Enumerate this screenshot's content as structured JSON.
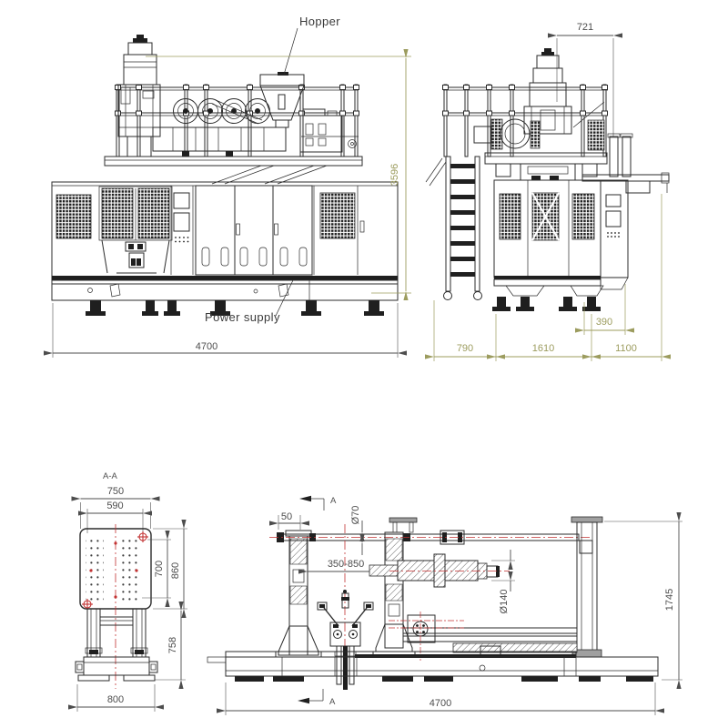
{
  "front_view": {
    "hopper_label": "Hopper",
    "power_supply_label": "Power supply",
    "dim_overall_height": "3596",
    "dim_overall_width": "4700"
  },
  "side_view": {
    "dim_head_width": "721",
    "dim_offset": "390",
    "dim_ladder": "790",
    "dim_body": "1610",
    "dim_arm": "1100"
  },
  "section_aa": {
    "label": "A-A",
    "dim_plate_width": "750",
    "dim_hole_span": "590",
    "dim_hole_height": "700",
    "dim_plate_height": "860",
    "dim_leg_height": "758",
    "dim_base_width": "800"
  },
  "clamp_view": {
    "section_marker_top": "A",
    "section_marker_bottom": "A",
    "dim_offset": "50",
    "dim_rod_dia": "Ø70",
    "dim_stroke_range": "350-850",
    "dim_barrel_dia": "Ø140",
    "dim_height": "1745",
    "dim_length": "4700"
  },
  "colors": {
    "line": "#2b2b2b",
    "dim_primary": "#4d4d4d",
    "dim_accent": "#9c9c5e",
    "centerline": "#c23232"
  }
}
